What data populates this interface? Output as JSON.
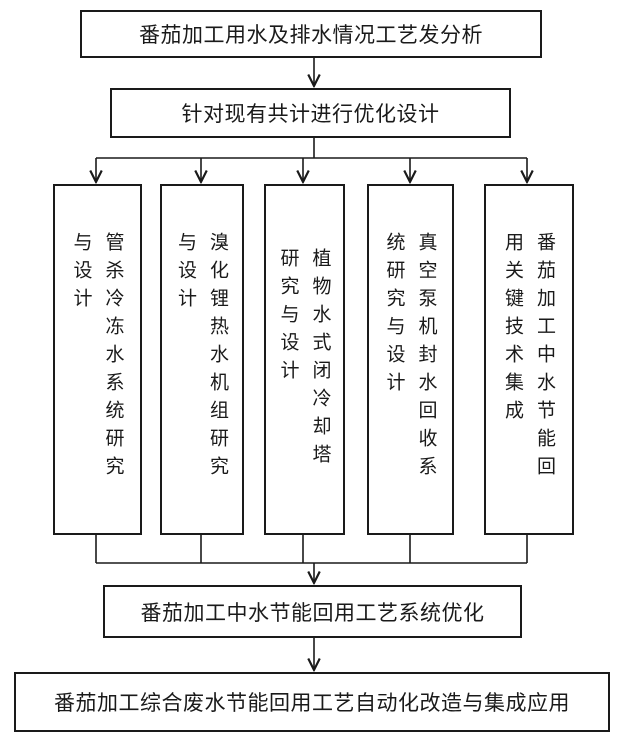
{
  "diagram": {
    "top": "番茄加工用水及排水情况工艺发分析",
    "second": "针对现有共计进行优化设计",
    "branches": [
      "管杀冷冻水系统研究与设计",
      "溴化锂热水机组研究与设计",
      "植物水式闭冷却塔研究与设计",
      "真空泵机封水回收系统研究与设计",
      "番茄加工中水节能回用关键技术集成"
    ],
    "merge": "番茄加工中水节能回用工艺系统优化",
    "bottom": "番茄加工综合废水节能回用工艺自动化改造与集成应用"
  }
}
